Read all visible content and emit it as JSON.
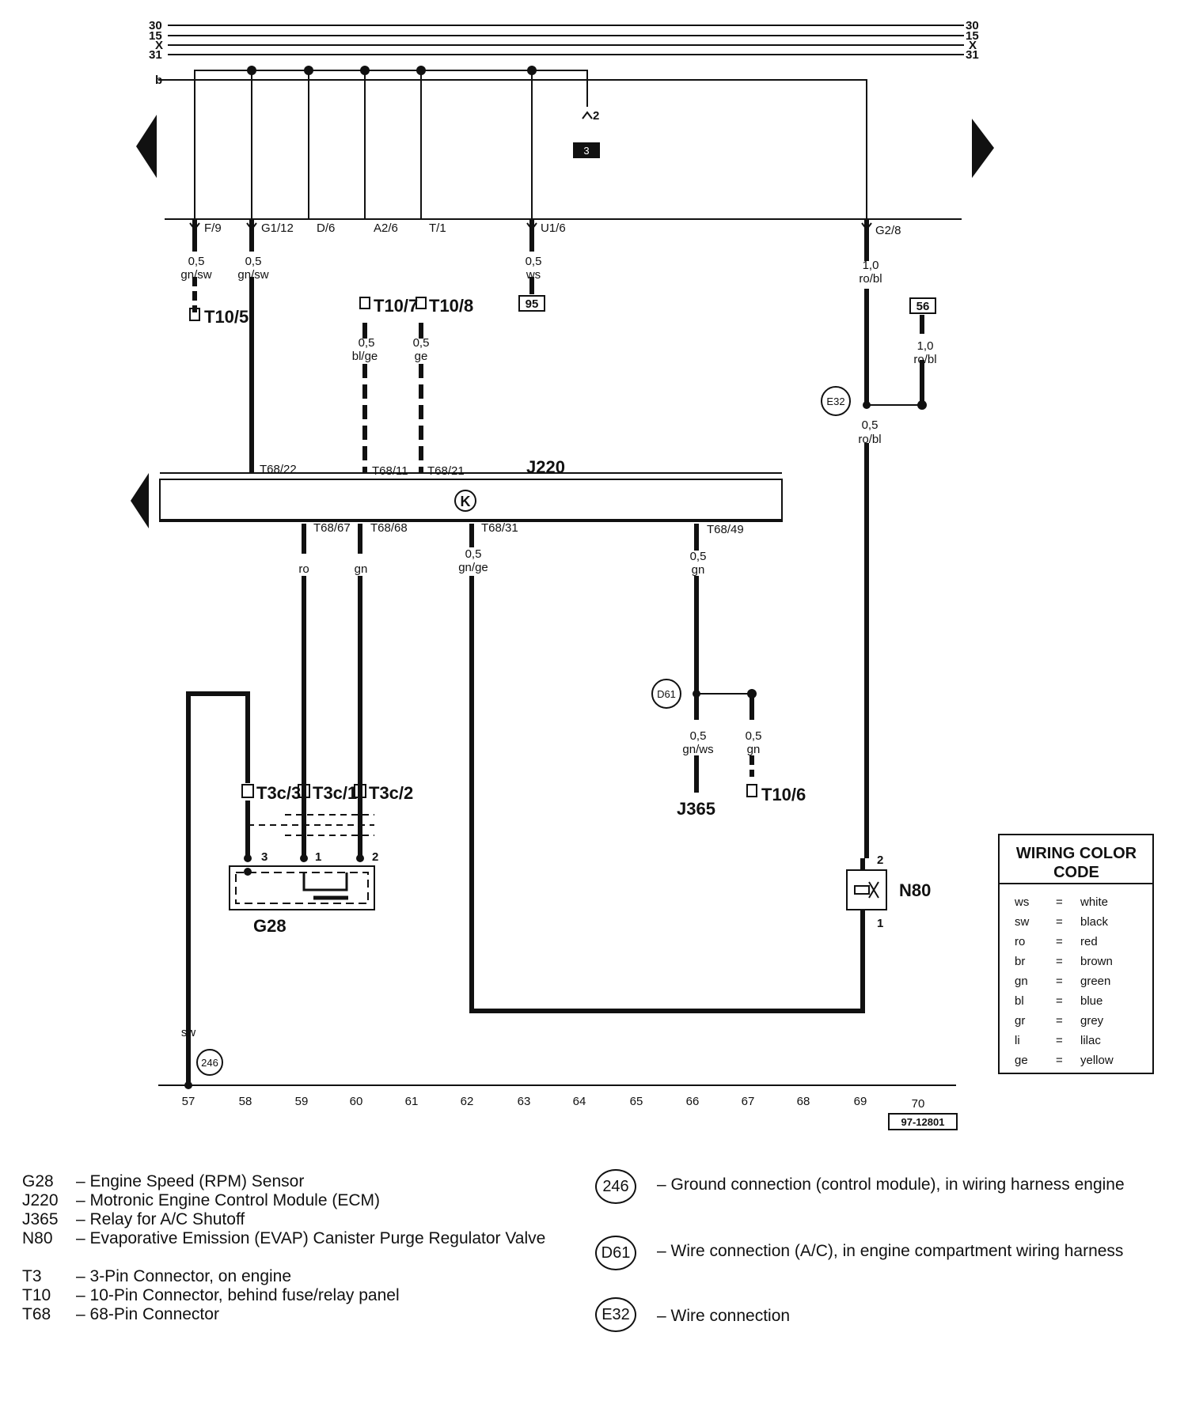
{
  "rails": {
    "left": [
      "30",
      "15",
      "X",
      "31"
    ],
    "right": [
      "30",
      "15",
      "X",
      "31"
    ],
    "b_label": "b",
    "b_end_pin": "2",
    "fuse_ref": "3"
  },
  "upper_connectors": [
    "F/9",
    "G1/12",
    "D/6",
    "A2/6",
    "T/1",
    "U1/6",
    "G2/8"
  ],
  "wires": {
    "w1": {
      "size": "0,5",
      "color": "gn/sw"
    },
    "w2": {
      "size": "0,5",
      "color": "gn/sw"
    },
    "w3": {
      "size": "0,5",
      "color": "ws"
    },
    "w4": {
      "size": "1,0",
      "color": "ro/bl"
    },
    "w5": {
      "size": "0,5",
      "color": "bl/ge"
    },
    "w6": {
      "size": "0,5",
      "color": "ge"
    },
    "w7": {
      "size": "1,0",
      "color": "ro/bl"
    },
    "w8": {
      "size": "0,5",
      "color": "ro/bl"
    },
    "w9": {
      "color": "ro"
    },
    "w10": {
      "color": "gn"
    },
    "w11": {
      "size": "0,5",
      "color": "gn/ge"
    },
    "w12": {
      "size": "0,5",
      "color": "gn"
    },
    "w13": {
      "size": "0,5",
      "color": "gn/ws"
    },
    "w14": {
      "size": "0,5",
      "color": "gn"
    },
    "w15": {
      "color": "sw"
    }
  },
  "refs": {
    "r95": "95",
    "r56": "56"
  },
  "connectors": {
    "t10_5": "T10/5",
    "t10_7": "T10/7",
    "t10_8": "T10/8",
    "t10_6": "T10/6",
    "t3c_3": "T3c/3",
    "t3c_1": "T3c/1",
    "t3c_2": "T3c/2"
  },
  "module": {
    "name": "J220",
    "symbol": "K",
    "pins_top": [
      "T68/22",
      "T68/11",
      "T68/21"
    ],
    "pins_bottom": [
      "T68/67",
      "T68/68",
      "T68/31",
      "T68/49"
    ]
  },
  "components": {
    "g28": "G28",
    "j365": "J365",
    "n80": "N80",
    "g28_pins": [
      "3",
      "1",
      "2"
    ],
    "n80_pins": [
      "2",
      "1"
    ]
  },
  "nodes": {
    "e32": "E32",
    "d61": "D61",
    "g246": "246"
  },
  "bottom_scale": [
    "57",
    "58",
    "59",
    "60",
    "61",
    "62",
    "63",
    "64",
    "65",
    "66",
    "67",
    "68",
    "69",
    "70"
  ],
  "figure_id": "97-12801",
  "color_code": {
    "title_1": "WIRING COLOR",
    "title_2": "CODE",
    "rows": [
      {
        "code": "ws",
        "eq": "=",
        "name": "white"
      },
      {
        "code": "sw",
        "eq": "=",
        "name": "black"
      },
      {
        "code": "ro",
        "eq": "=",
        "name": "red"
      },
      {
        "code": "br",
        "eq": "=",
        "name": "brown"
      },
      {
        "code": "gn",
        "eq": "=",
        "name": "green"
      },
      {
        "code": "bl",
        "eq": "=",
        "name": "blue"
      },
      {
        "code": "gr",
        "eq": "=",
        "name": "grey"
      },
      {
        "code": "li",
        "eq": "=",
        "name": "lilac"
      },
      {
        "code": "ge",
        "eq": "=",
        "name": "yellow"
      }
    ]
  },
  "legend": {
    "items": [
      {
        "code": "G28",
        "desc": "– Engine Speed (RPM) Sensor"
      },
      {
        "code": "J220",
        "desc": "– Motronic Engine Control Module (ECM)"
      },
      {
        "code": "J365",
        "desc": "– Relay for A/C Shutoff"
      },
      {
        "code": "N80",
        "desc": "– Evaporative Emission (EVAP) Canister Purge Regulator Valve"
      },
      {
        "code": "T3",
        "desc": "– 3-Pin Connector, on engine"
      },
      {
        "code": "T10",
        "desc": "– 10-Pin Connector, behind fuse/relay panel"
      },
      {
        "code": "T68",
        "desc": "– 68-Pin Connector"
      }
    ],
    "grounds": [
      {
        "badge": "246",
        "desc": "– Ground connection (control module), in wiring harness engine"
      },
      {
        "badge": "D61",
        "desc": "– Wire connection (A/C), in engine compartment wiring harness"
      },
      {
        "badge": "E32",
        "desc": "– Wire connection"
      }
    ]
  }
}
